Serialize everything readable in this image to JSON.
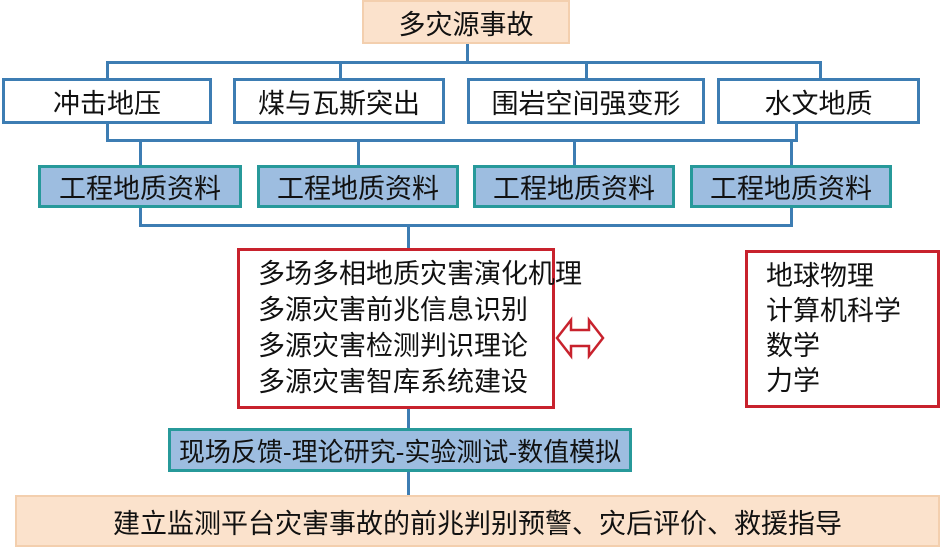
{
  "top": "多灾源事故",
  "hazards": [
    "冲击地压",
    "煤与瓦斯突出",
    "围岩空间强变形",
    "水文地质"
  ],
  "data_boxes": [
    "工程地质资料",
    "工程地质资料",
    "工程地质资料",
    "工程地质资料"
  ],
  "research": [
    "多场多相地质灾害演化机理",
    "多源灾害前兆信息识别",
    "多源灾害检测判识理论",
    "多源灾害智库系统建设"
  ],
  "disciplines": [
    "地球物理",
    "计算机科学",
    "数学",
    "力学"
  ],
  "methods": "现场反馈-理论研究-实验测试-数值模拟",
  "goal": "建立监测平台灾害事故的前兆判别预警、灾后评价、救援指导"
}
